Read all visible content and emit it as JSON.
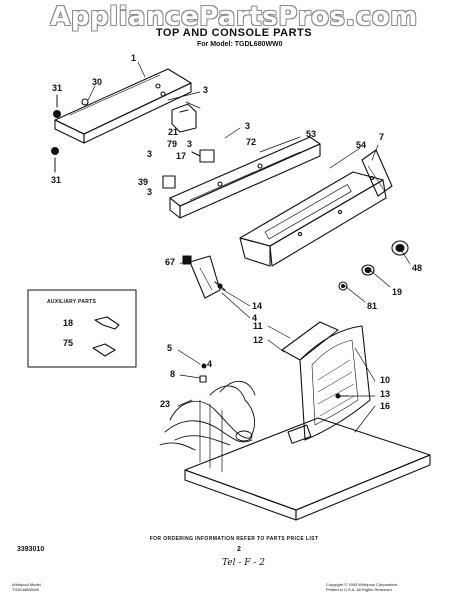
{
  "watermark": "AppliancePartsPros.com",
  "header": {
    "title": "TOP AND CONSOLE PARTS",
    "model": "For Model: TGDL680WW0"
  },
  "callouts": {
    "c1": "1",
    "c30": "30",
    "c31a": "31",
    "c3a": "3",
    "c31b": "31",
    "c21": "21",
    "c3b": "3",
    "c53": "53",
    "c79": "79",
    "c3c": "3",
    "c72": "72",
    "c3d": "3",
    "c17": "17",
    "c7": "7",
    "c54": "54",
    "c39": "39",
    "c3e": "3",
    "c67": "67",
    "c48": "48",
    "c19": "19",
    "c81": "81",
    "c14": "14",
    "c4a": "4",
    "c11": "11",
    "c12": "12",
    "c5": "5",
    "c4b": "4",
    "c8": "8",
    "c10": "10",
    "c13": "13",
    "c23": "23",
    "c16": "16",
    "c18": "18",
    "c75": "75"
  },
  "auxiliary": {
    "title": "AUXILIARY PARTS"
  },
  "footer": {
    "note": "FOR ORDERING INFORMATION REFER TO PARTS PRICE LIST",
    "doc_number": "3393010",
    "page": "2",
    "signature": "Tel - F - 2",
    "pub_left": [
      "Whirlpool Model",
      "TGDL680WW0"
    ],
    "pub_right": [
      "Copyright © 1993 Whirlpool Corporation",
      "Printed in U.S.A. All Rights Reserved"
    ]
  }
}
